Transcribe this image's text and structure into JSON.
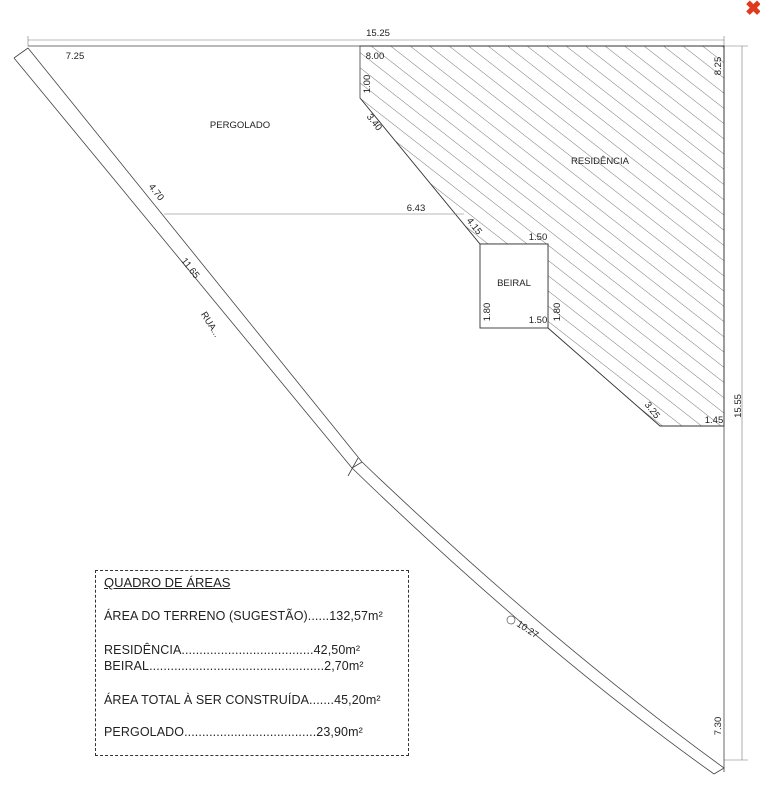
{
  "close_icon": "close-icon",
  "accent_color": "#e03a1e",
  "dimensions": {
    "top_total": "15.25",
    "top_left": "7.25",
    "top_res": "8.00",
    "right_top": "8.25",
    "right_total": "15.55",
    "right_bottom": "7.30",
    "notch_v": "1.00",
    "diag_upper": "3.40",
    "street_upper": "4.70",
    "pergola_bottom": "6.43",
    "diag_lower": "4.15",
    "beiral_top": "1.50",
    "beiral_left": "1.80",
    "beiral_bottom": "1.50",
    "beiral_right": "1.80",
    "diag_res_lower": "3.25",
    "res_bottom": "1.45",
    "street_mid": "11.65",
    "arc": "10.27"
  },
  "labels": {
    "pergolado": "PERGOLADO",
    "residencia": "RESIDÊNCIA",
    "beiral": "BEIRAL",
    "rua": "RUA..."
  },
  "areas_table": {
    "title": "QUADRO DE ÁREAS",
    "terreno": "ÁREA DO TERRENO (SUGESTÃO)......132,57m²",
    "residencia": "RESIDÊNCIA.....................................42,50m²",
    "beiral": "BEIRAL.................................................2,70m²",
    "total": "ÁREA TOTAL À SER CONSTRUÍDA.......45,20m²",
    "pergolado": "PERGOLADO.....................................23,90m²"
  }
}
